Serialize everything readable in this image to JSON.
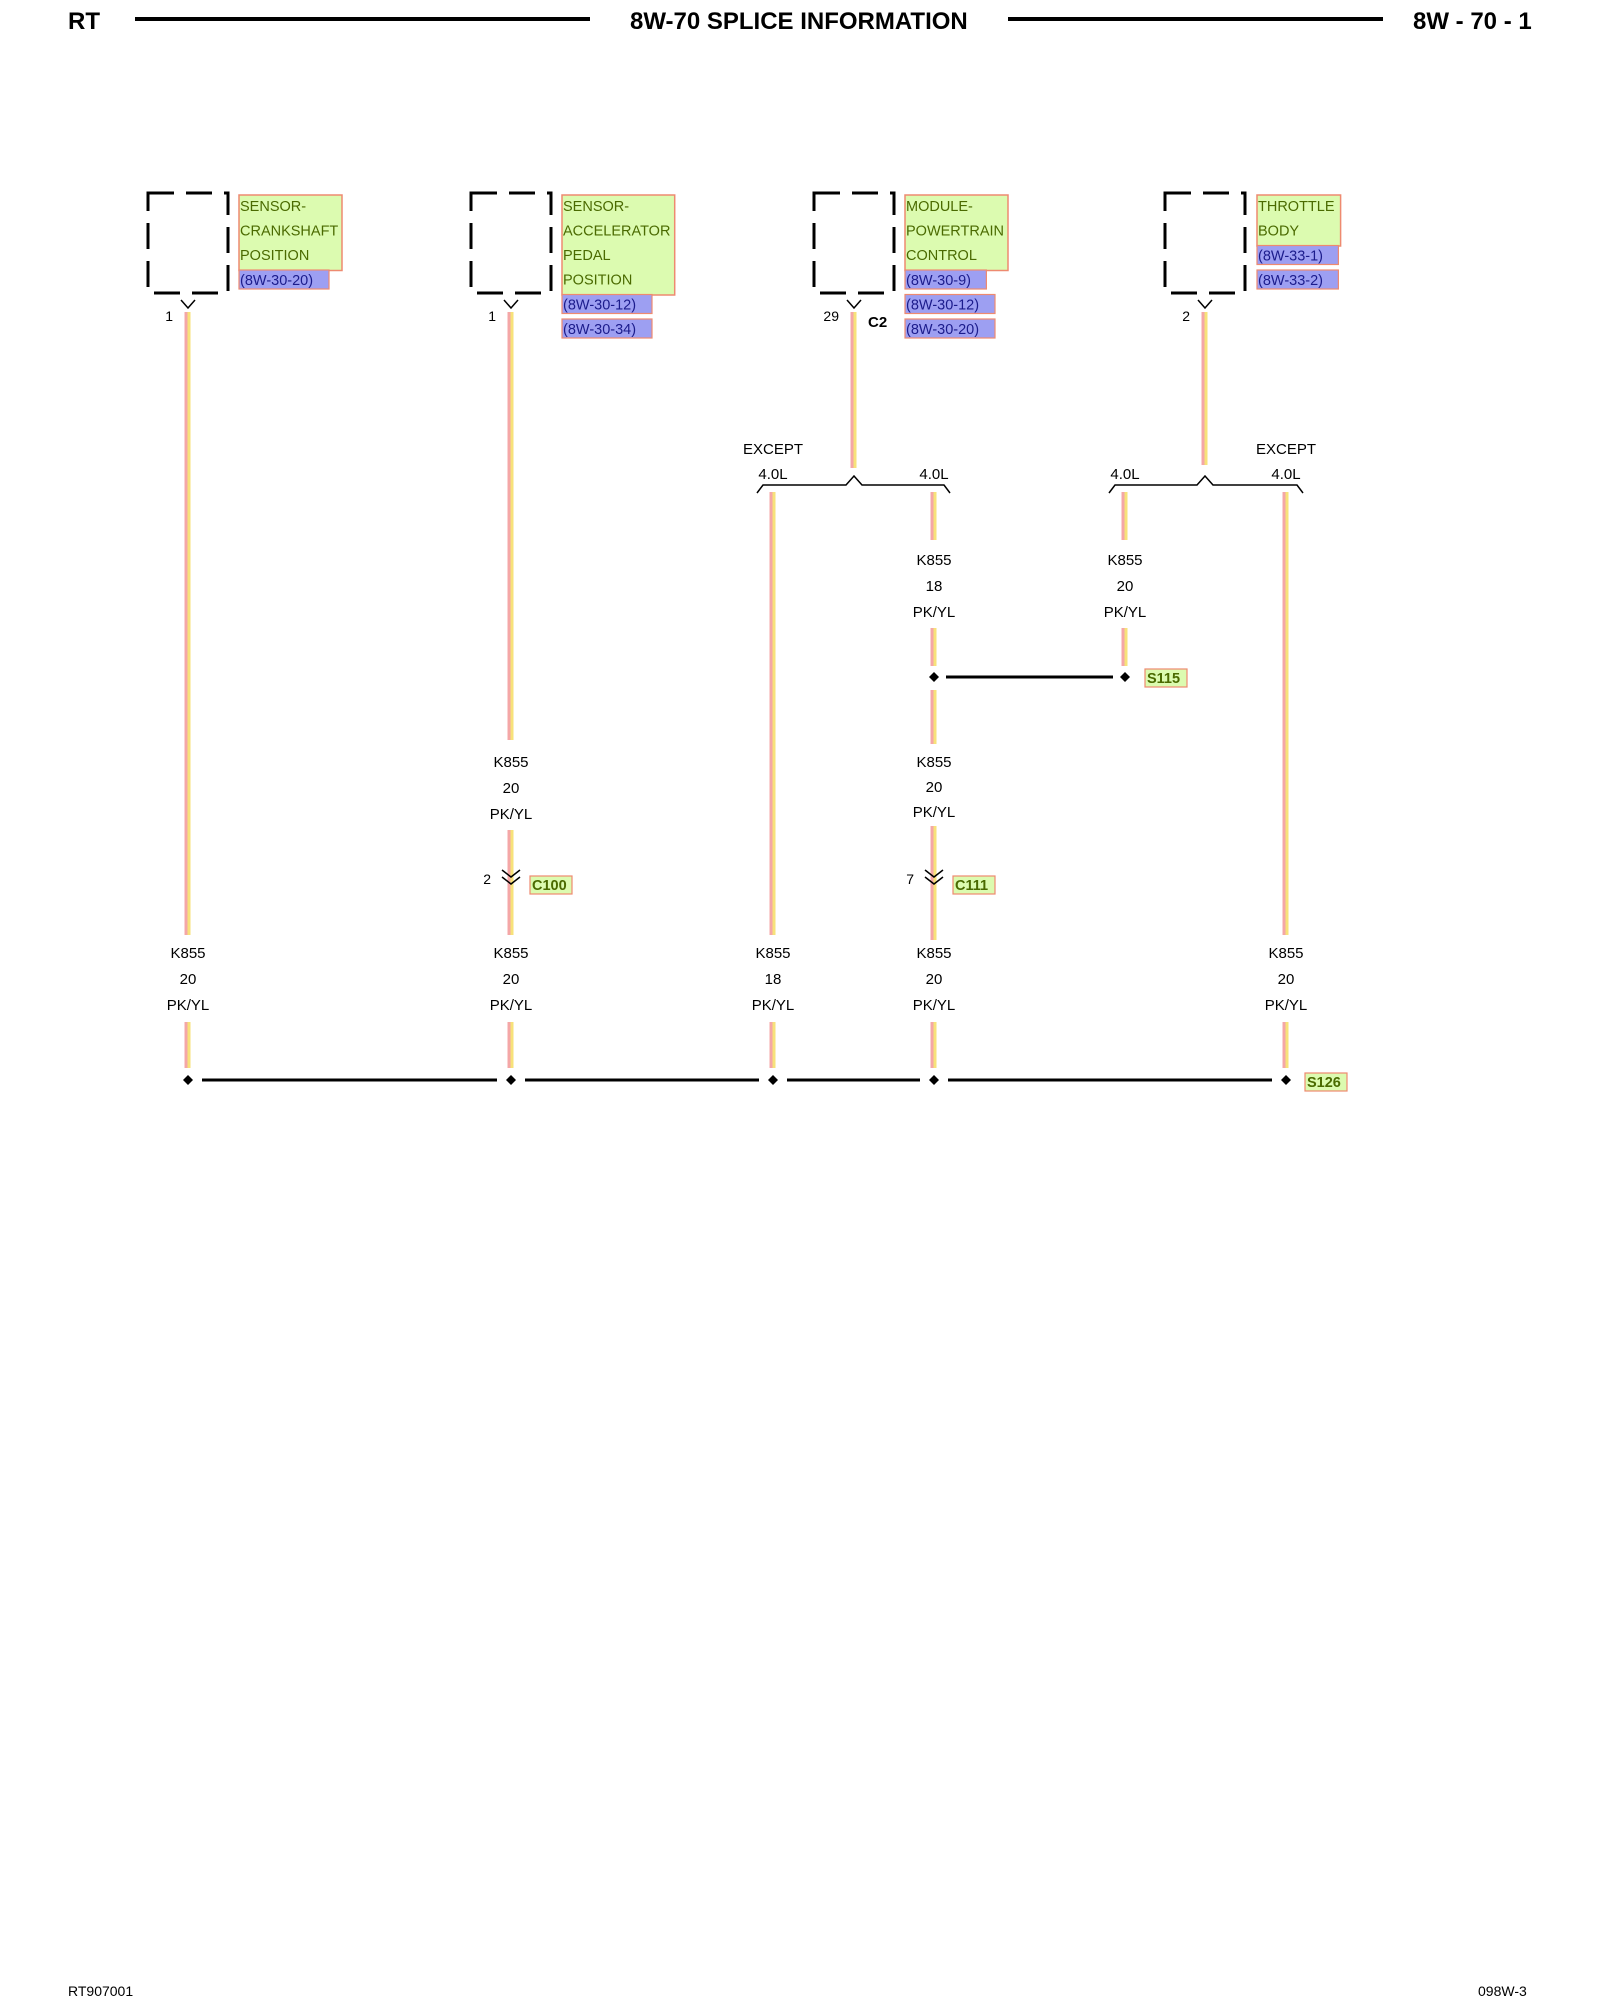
{
  "header": {
    "left": "RT",
    "title": "8W-70 SPLICE INFORMATION",
    "right": "8W - 70 - 1"
  },
  "footer": {
    "left": "RT907001",
    "right": "098W-3"
  },
  "colors": {
    "component_fill": "#dcfbb0",
    "component_border": "#ee8a70",
    "component_text": "#4a6a00",
    "ref_fill": "#9d9ff2",
    "ref_border": "#ee8a70",
    "ref_text": "#1c1c8c",
    "splice_fill": "#dcfbb0",
    "wire_pink": "#f4a7a7",
    "wire_yellow": "#f7e27a"
  },
  "components": [
    {
      "id": "crankshaft",
      "name_lines": [
        "SENSOR-",
        "CRANKSHAFT",
        "POSITION"
      ],
      "refs": [
        "(8W-30-20)"
      ],
      "pin": "1",
      "connector": ""
    },
    {
      "id": "app",
      "name_lines": [
        "SENSOR-",
        "ACCELERATOR",
        "PEDAL",
        "POSITION"
      ],
      "refs": [
        "(8W-30-12)",
        "(8W-30-34)"
      ],
      "pin": "1",
      "connector": ""
    },
    {
      "id": "pcm",
      "name_lines": [
        "MODULE-",
        "POWERTRAIN",
        "CONTROL"
      ],
      "refs": [
        "(8W-30-9)",
        "(8W-30-12)",
        "(8W-30-20)"
      ],
      "pin": "29",
      "connector": "C2"
    },
    {
      "id": "throttle",
      "name_lines": [
        "THROTTLE",
        "BODY"
      ],
      "refs": [
        "(8W-33-1)",
        "(8W-33-2)"
      ],
      "pin": "2",
      "connector": ""
    }
  ],
  "branches": {
    "pcm_left": [
      "EXCEPT",
      "4.0L"
    ],
    "pcm_right": "4.0L",
    "throttle_left": "4.0L",
    "throttle_right": [
      "EXCEPT",
      "4.0L"
    ]
  },
  "wire_labels": {
    "pcm_upper": [
      "K855",
      "18",
      "PK/YL"
    ],
    "throttle_upper": [
      "K855",
      "20",
      "PK/YL"
    ],
    "app_mid": [
      "K855",
      "20",
      "PK/YL"
    ],
    "pcm_mid": [
      "K855",
      "20",
      "PK/YL"
    ],
    "bottom": [
      [
        "K855",
        "20",
        "PK/YL"
      ],
      [
        "K855",
        "20",
        "PK/YL"
      ],
      [
        "K855",
        "18",
        "PK/YL"
      ],
      [
        "K855",
        "20",
        "PK/YL"
      ],
      [
        "K855",
        "20",
        "PK/YL"
      ]
    ]
  },
  "inline_connectors": [
    {
      "pin": "2",
      "name": "C100"
    },
    {
      "pin": "7",
      "name": "C111"
    }
  ],
  "splices": [
    "S115",
    "S126"
  ]
}
